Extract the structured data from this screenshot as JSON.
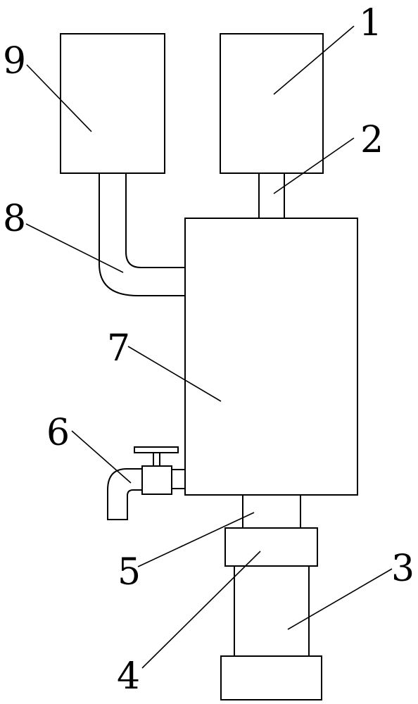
{
  "labels": {
    "l1": "1",
    "l2": "2",
    "l3": "3",
    "l4": "4",
    "l5": "5",
    "l6": "6",
    "l7": "7",
    "l8": "8",
    "l9": "9"
  },
  "colors": {
    "stroke": "#000000",
    "background": "#ffffff"
  }
}
